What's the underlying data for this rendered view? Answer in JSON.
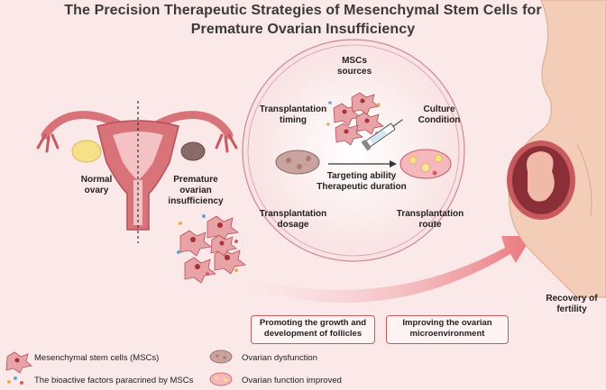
{
  "title": {
    "line1": "The Precision Therapeutic Strategies of Mesenchymal Stem Cells for",
    "line2": "Premature Ovarian Insufficiency"
  },
  "uterus": {
    "left_label": "Normal\novary",
    "right_label": "Premature\novarian\ninsufficiency"
  },
  "circle": {
    "sources": "MSCs\nsources",
    "timing": "Transplantation\ntiming",
    "culture": "Culture\nCondition",
    "center": "Targeting ability\nTherapeutic duration",
    "dosage": "Transplantation\ndosage",
    "route": "Transplantation\nroute"
  },
  "outcome": {
    "recovery": "Recovery of\nfertility"
  },
  "boxes": {
    "follicles": "Promoting the growth and\ndevelopment of follicles",
    "microenv": "Improving the ovarian\nmicroenvironment"
  },
  "legend": {
    "msc": "Mesenchymal stem cells (MSCs)",
    "factors": "The bioactive factors paracrined by MSCs",
    "dysfunction": "Ovarian dysfunction",
    "improved": "Ovarian function improved"
  },
  "colors": {
    "accent": "#c65a5f",
    "background": "#fbe9ea",
    "uterus": "#d9737a",
    "body_skin": "#f3cdb8"
  }
}
